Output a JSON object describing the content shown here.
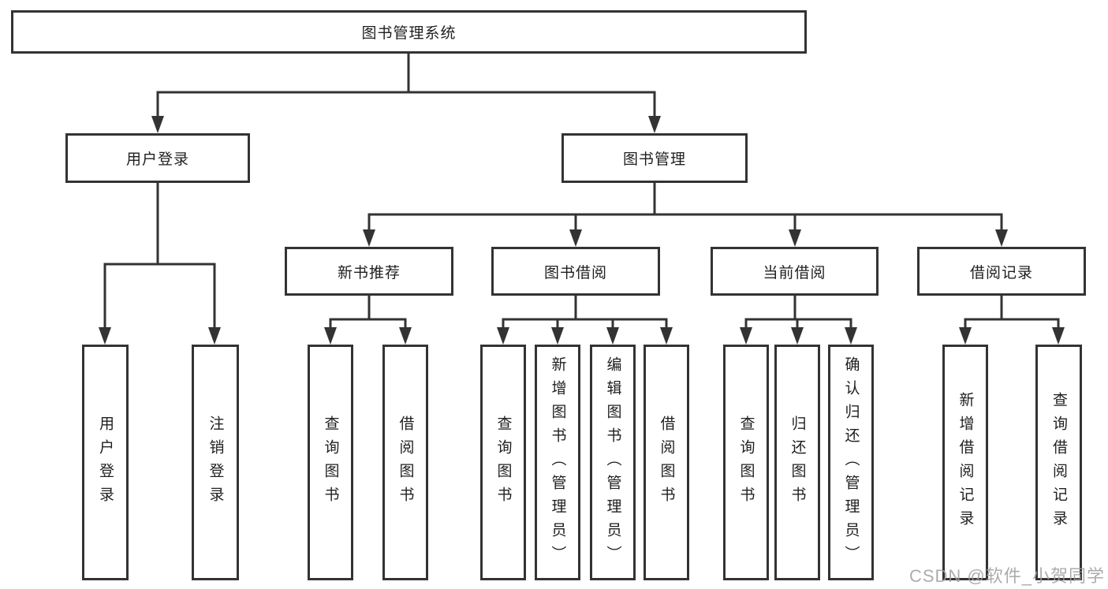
{
  "diagram": {
    "type": "hierarchy-tree",
    "root": {
      "label": "图书管理系统"
    },
    "branches": [
      {
        "label": "用户登录",
        "leaves": [
          {
            "label": "用户登录"
          },
          {
            "label": "注销登录"
          }
        ]
      },
      {
        "label": "图书管理",
        "sections": [
          {
            "label": "新书推荐",
            "leaves": [
              {
                "label": "查询图书"
              },
              {
                "label": "借阅图书"
              }
            ]
          },
          {
            "label": "图书借阅",
            "leaves": [
              {
                "label": "查询图书"
              },
              {
                "label": "新增图书（管理员）"
              },
              {
                "label": "编辑图书（管理员）"
              },
              {
                "label": "借阅图书"
              }
            ]
          },
          {
            "label": "当前借阅",
            "leaves": [
              {
                "label": "查询图书"
              },
              {
                "label": "归还图书"
              },
              {
                "label": "确认归还（管理员）"
              }
            ]
          },
          {
            "label": "借阅记录",
            "leaves": [
              {
                "label": "新增借阅记录"
              },
              {
                "label": "查询借阅记录"
              }
            ]
          }
        ]
      }
    ]
  },
  "watermark": {
    "label": "CSDN @软件_小贺同学"
  },
  "colors": {
    "line": "#333333",
    "box_border": "#333333",
    "box_background": "#ffffff",
    "text": "#1f1f1f",
    "watermark": "#9e9e9e"
  }
}
